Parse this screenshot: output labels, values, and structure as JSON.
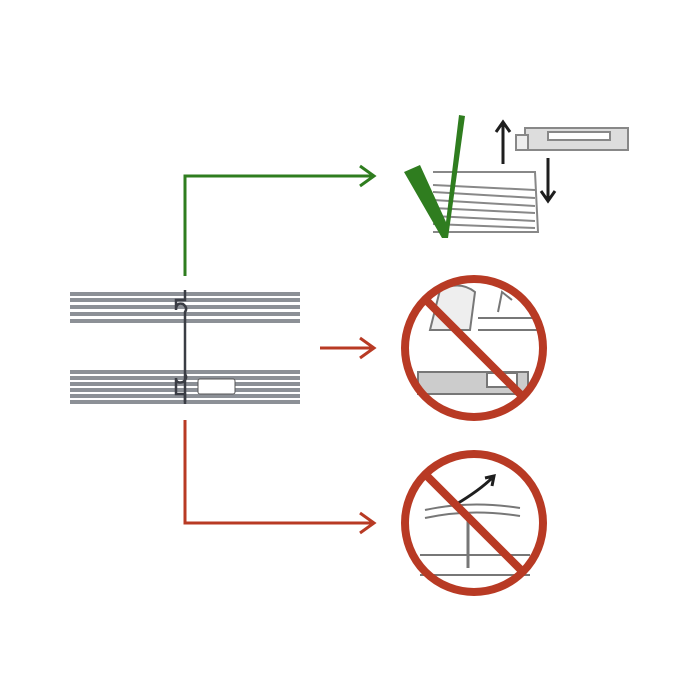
{
  "diagram": {
    "colors": {
      "correct": "#2f7d1f",
      "incorrect": "#b83a24",
      "board": "#8c9096",
      "connector": "#3a3d44",
      "arrow": "#1e1e1e"
    },
    "panels": [
      {
        "icon": "check-icon",
        "meaning": "correct"
      },
      {
        "icon": "prohibited-icon",
        "meaning": "incorrect"
      },
      {
        "icon": "prohibited-icon",
        "meaning": "incorrect"
      }
    ]
  }
}
